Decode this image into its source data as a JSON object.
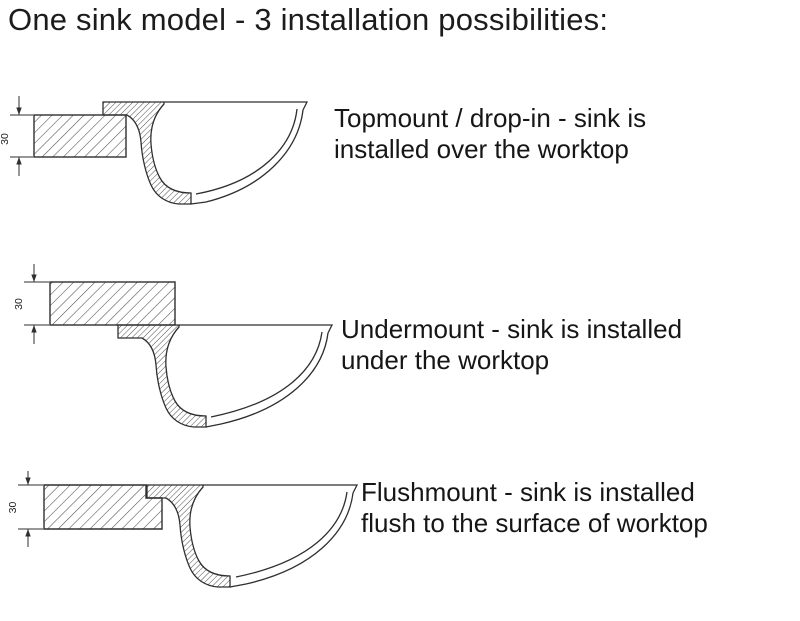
{
  "title": "One sink model - 3 installation possibilities:",
  "dimension_label": "30",
  "installations": [
    {
      "line1": "Topmount / drop-in - sink is",
      "line2": "installed over the worktop"
    },
    {
      "line1": "Undermount - sink is installed",
      "line2": "under the worktop"
    },
    {
      "line1": "Flushmount - sink is installed",
      "line2": "flush to the surface of worktop"
    }
  ],
  "colors": {
    "background": "#ffffff",
    "line": "#2f2f2f",
    "hatch": "#4d4d4d",
    "text": "#161616"
  }
}
